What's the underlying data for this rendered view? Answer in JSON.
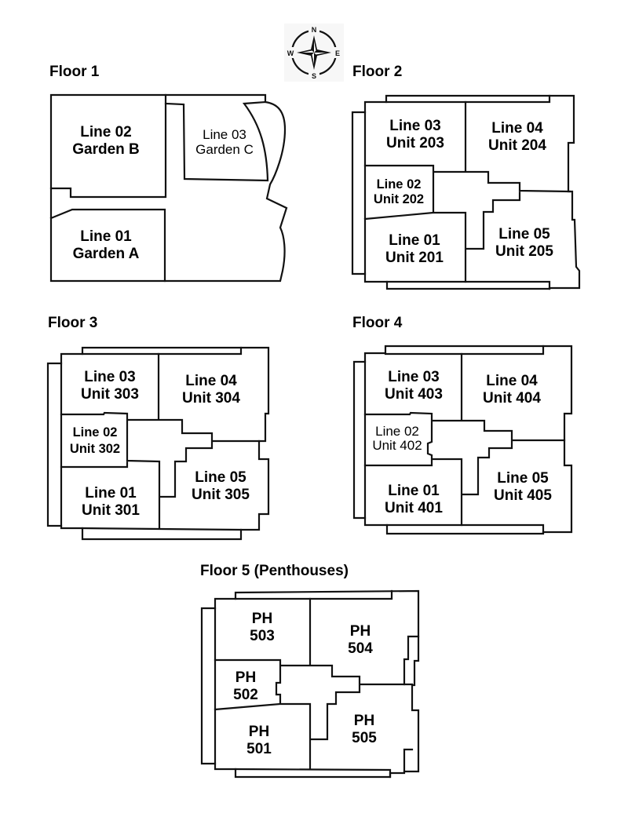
{
  "compass": {
    "icon": "compass-rose-icon",
    "north": "N",
    "east": "E",
    "south": "S",
    "west": "W"
  },
  "floors": [
    {
      "id": "floor-1",
      "title": "Floor 1",
      "units": [
        {
          "line": "Line 02",
          "name": "Garden B"
        },
        {
          "line": "Line 03",
          "name": "Garden C"
        },
        {
          "line": "Line 01",
          "name": "Garden A"
        }
      ]
    },
    {
      "id": "floor-2",
      "title": "Floor 2",
      "units": [
        {
          "line": "Line 03",
          "name": "Unit 203"
        },
        {
          "line": "Line 04",
          "name": "Unit 204"
        },
        {
          "line": "Line 02",
          "name": "Unit 202"
        },
        {
          "line": "Line 01",
          "name": "Unit 201"
        },
        {
          "line": "Line 05",
          "name": "Unit 205"
        }
      ]
    },
    {
      "id": "floor-3",
      "title": "Floor 3",
      "units": [
        {
          "line": "Line 03",
          "name": "Unit 303"
        },
        {
          "line": "Line 04",
          "name": "Unit 304"
        },
        {
          "line": "Line 02",
          "name": "Unit 302"
        },
        {
          "line": "Line 01",
          "name": "Unit 301"
        },
        {
          "line": "Line 05",
          "name": "Unit 305"
        }
      ]
    },
    {
      "id": "floor-4",
      "title": "Floor 4",
      "units": [
        {
          "line": "Line 03",
          "name": "Unit 403"
        },
        {
          "line": "Line 04",
          "name": "Unit 404"
        },
        {
          "line": "Line 02",
          "name": "Unit 402"
        },
        {
          "line": "Line 01",
          "name": "Unit 401"
        },
        {
          "line": "Line 05",
          "name": "Unit 405"
        }
      ]
    },
    {
      "id": "floor-5",
      "title": "Floor 5 (Penthouses)",
      "units": [
        {
          "line": "PH",
          "name": "503"
        },
        {
          "line": "PH",
          "name": "504"
        },
        {
          "line": "PH",
          "name": "502"
        },
        {
          "line": "PH",
          "name": "501"
        },
        {
          "line": "PH",
          "name": "505"
        }
      ]
    }
  ]
}
